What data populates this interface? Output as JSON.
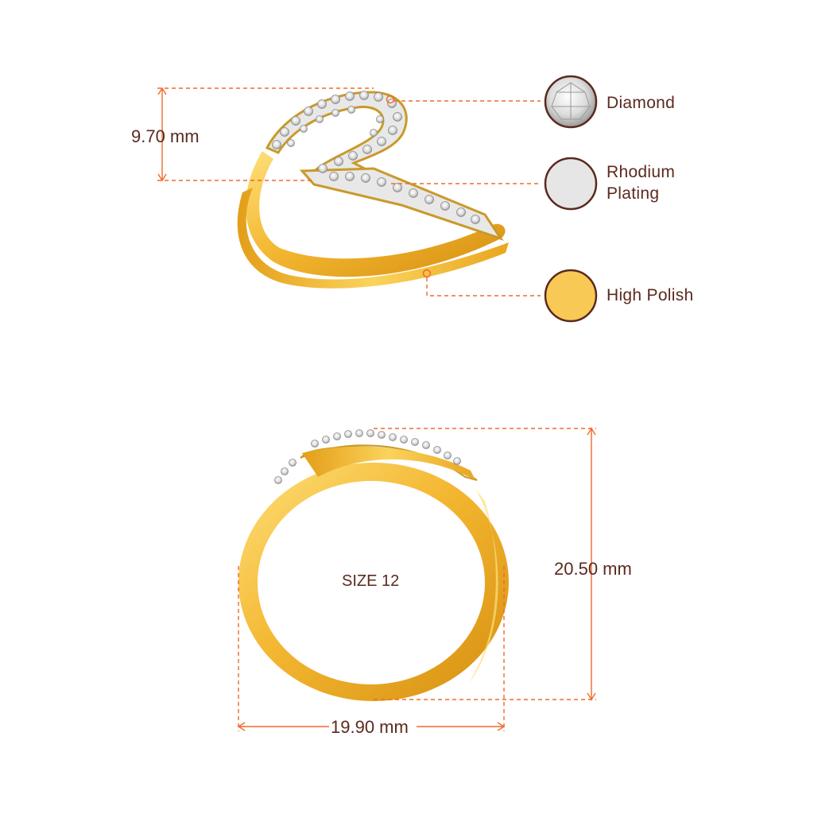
{
  "dimensions": {
    "head_height": "9.70 mm",
    "ring_height": "20.50 mm",
    "ring_width": "19.90 mm",
    "ring_size": "SIZE 12"
  },
  "legend": [
    {
      "label": "Diamond",
      "swatch": "diamond-icon",
      "color": "#f2f2f2"
    },
    {
      "label": "Rhodium\nPlating",
      "line1": "Rhodium",
      "line2": "Plating",
      "swatch": "rhodium-swatch",
      "color": "#e6e6e6"
    },
    {
      "label": "High Polish",
      "swatch": "gold-swatch",
      "color": "#f8c954"
    }
  ],
  "colors": {
    "gold": "#f4b731",
    "gold_dark": "#d58f10",
    "gold_light": "#fde07a",
    "dimension_line": "#f06a2a",
    "text": "#5a2a1e",
    "swatch_border": "#5a2a1e"
  }
}
